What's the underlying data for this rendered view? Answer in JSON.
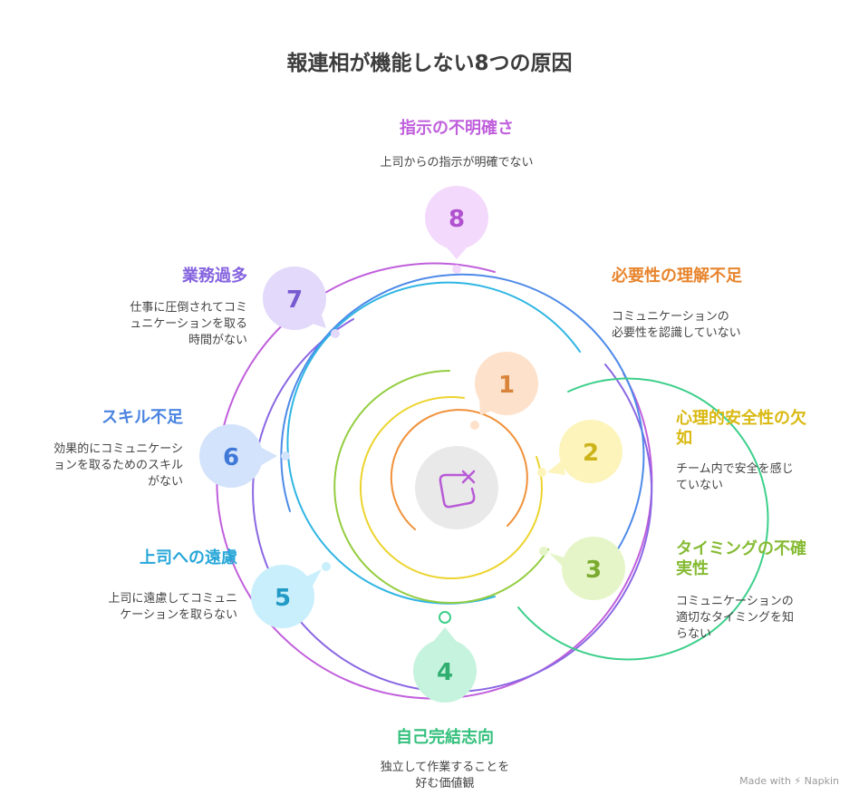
{
  "title": "報連相が機能しない8つの原因",
  "center_icon": "fraction-x-icon",
  "items": [
    {
      "number": "1",
      "label": "必要性の理解不足",
      "desc_lines": [
        "コミュニケーションの",
        "必要性を認識していない"
      ],
      "color": "#f0913a",
      "bubble": "#fde1cb",
      "numcolor": "#d9843a"
    },
    {
      "number": "2",
      "label_lines": [
        "心理的安全性の欠",
        "如"
      ],
      "desc_lines": [
        "チーム内で安全を感じ",
        "ていない"
      ],
      "color": "#ecd42e",
      "bubble": "#fcf4bb",
      "numcolor": "#cdb31a"
    },
    {
      "number": "3",
      "label_lines": [
        "タイミングの不確",
        "実性"
      ],
      "desc_lines": [
        "コミュニケーションの",
        "適切なタイミングを知",
        "らない"
      ],
      "color": "#94cd40",
      "bubble": "#e5f5c8",
      "numcolor": "#7aab2f"
    },
    {
      "number": "4",
      "label": "自己完結志向",
      "desc_lines": [
        "独立して作業することを",
        "好む価値観"
      ],
      "color": "#3ccf8a",
      "bubble": "#c5f3dd",
      "numcolor": "#2fae70"
    },
    {
      "number": "5",
      "label": "上司への遠慮",
      "desc_lines": [
        "上司に遠慮してコミュニ",
        "ケーションを取らない"
      ],
      "color": "#2fb5e3",
      "bubble": "#c8effb",
      "numcolor": "#229ac6"
    },
    {
      "number": "6",
      "label": "スキル不足",
      "desc_lines": [
        "効果的にコミュニケーシ",
        "ョンを取るためのスキル",
        "がない"
      ],
      "color": "#4d8ae8",
      "bubble": "#d3e3fb",
      "numcolor": "#3f78d8"
    },
    {
      "number": "7",
      "label": "業務過多",
      "desc_lines": [
        "仕事に圧倒されてコミ",
        "ュニケーションを取る",
        "時間がない"
      ],
      "color": "#8a67e3",
      "bubble": "#e2d9fb",
      "numcolor": "#7759d0"
    },
    {
      "number": "8",
      "label": "指示の不明確さ",
      "desc_lines": [
        "上司からの指示が明確でない"
      ],
      "color": "#c05fdc",
      "bubble": "#f3d9fb",
      "numcolor": "#b052cf"
    }
  ],
  "brand": "Made with ⚡ Napkin"
}
